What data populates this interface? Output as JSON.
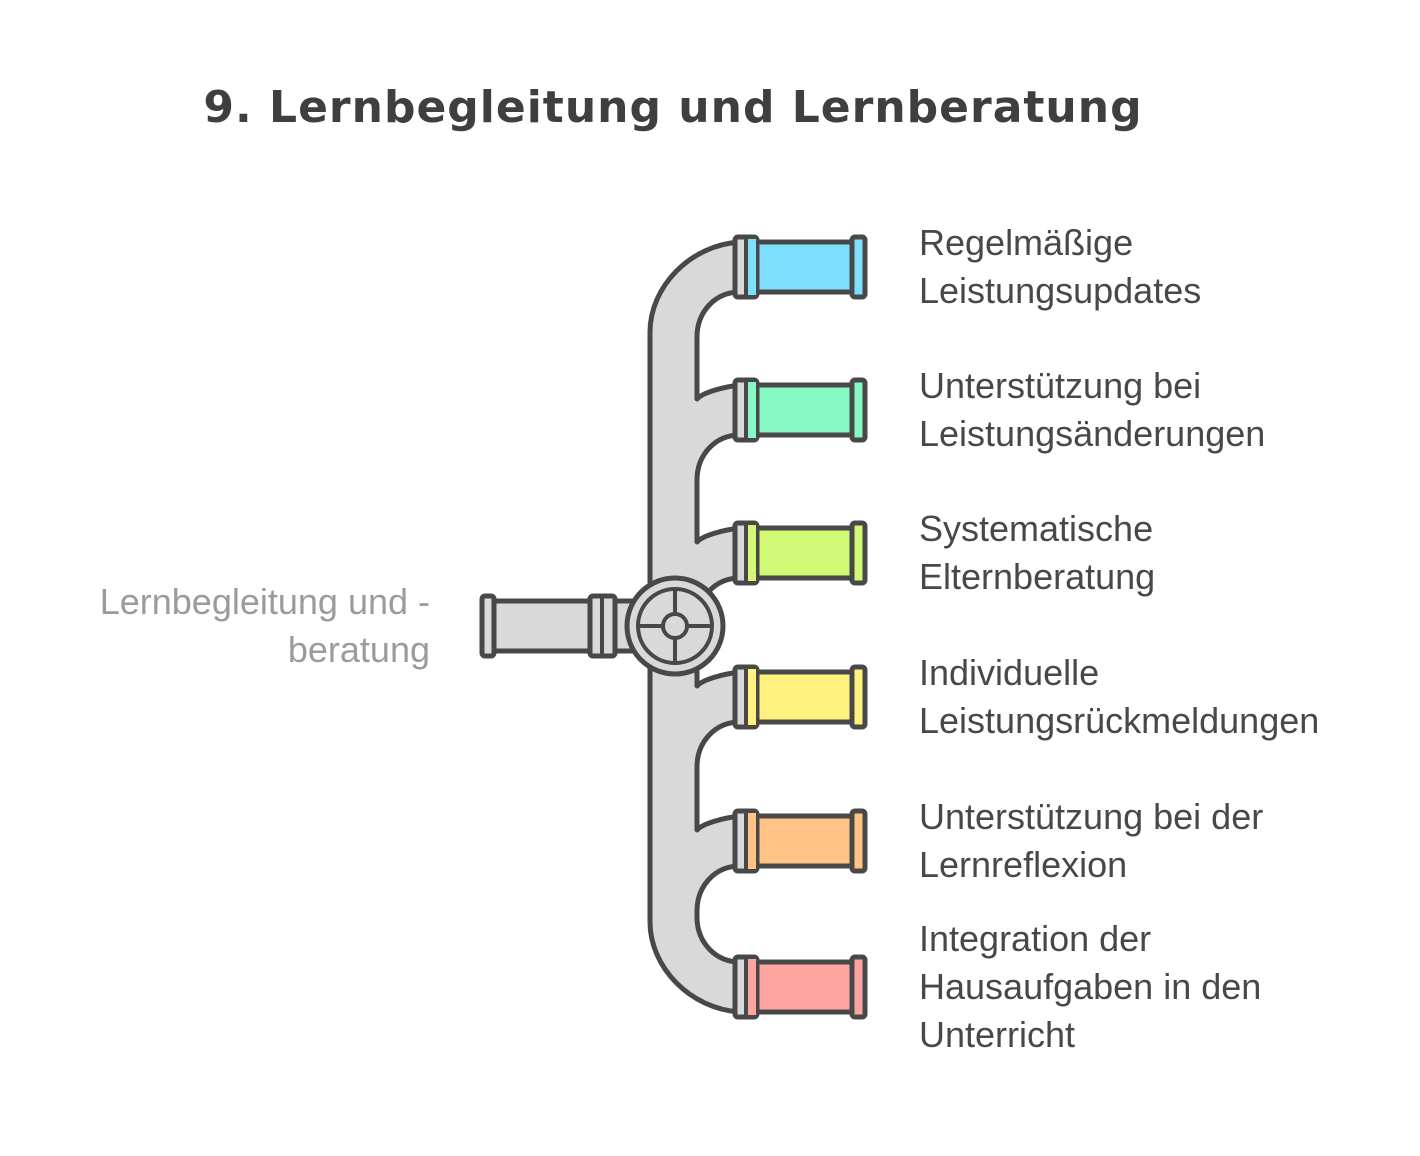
{
  "title": "9. Lernbegleitung und Lernberatung",
  "source": {
    "label": "Lernbegleitung und -\nberatung"
  },
  "colors": {
    "stroke": "#484848",
    "pipe": "#d9d9d9"
  },
  "outputs": [
    {
      "label": "Regelmäßige\nLeistungsupdates",
      "color": "#7fdfff"
    },
    {
      "label": "Unterstützung bei\nLeistungsänderungen",
      "color": "#85f9c1"
    },
    {
      "label": "Systematische\nElternberatung",
      "color": "#d1f975"
    },
    {
      "label": "Individuelle\nLeistungsrückmeldungen",
      "color": "#fff27f"
    },
    {
      "label": "Unterstützung bei der\nLernreflexion",
      "color": "#ffc385"
    },
    {
      "label": "Integration der\nHausaufgaben in den\nUnterricht",
      "color": "#ffa5a1"
    }
  ]
}
